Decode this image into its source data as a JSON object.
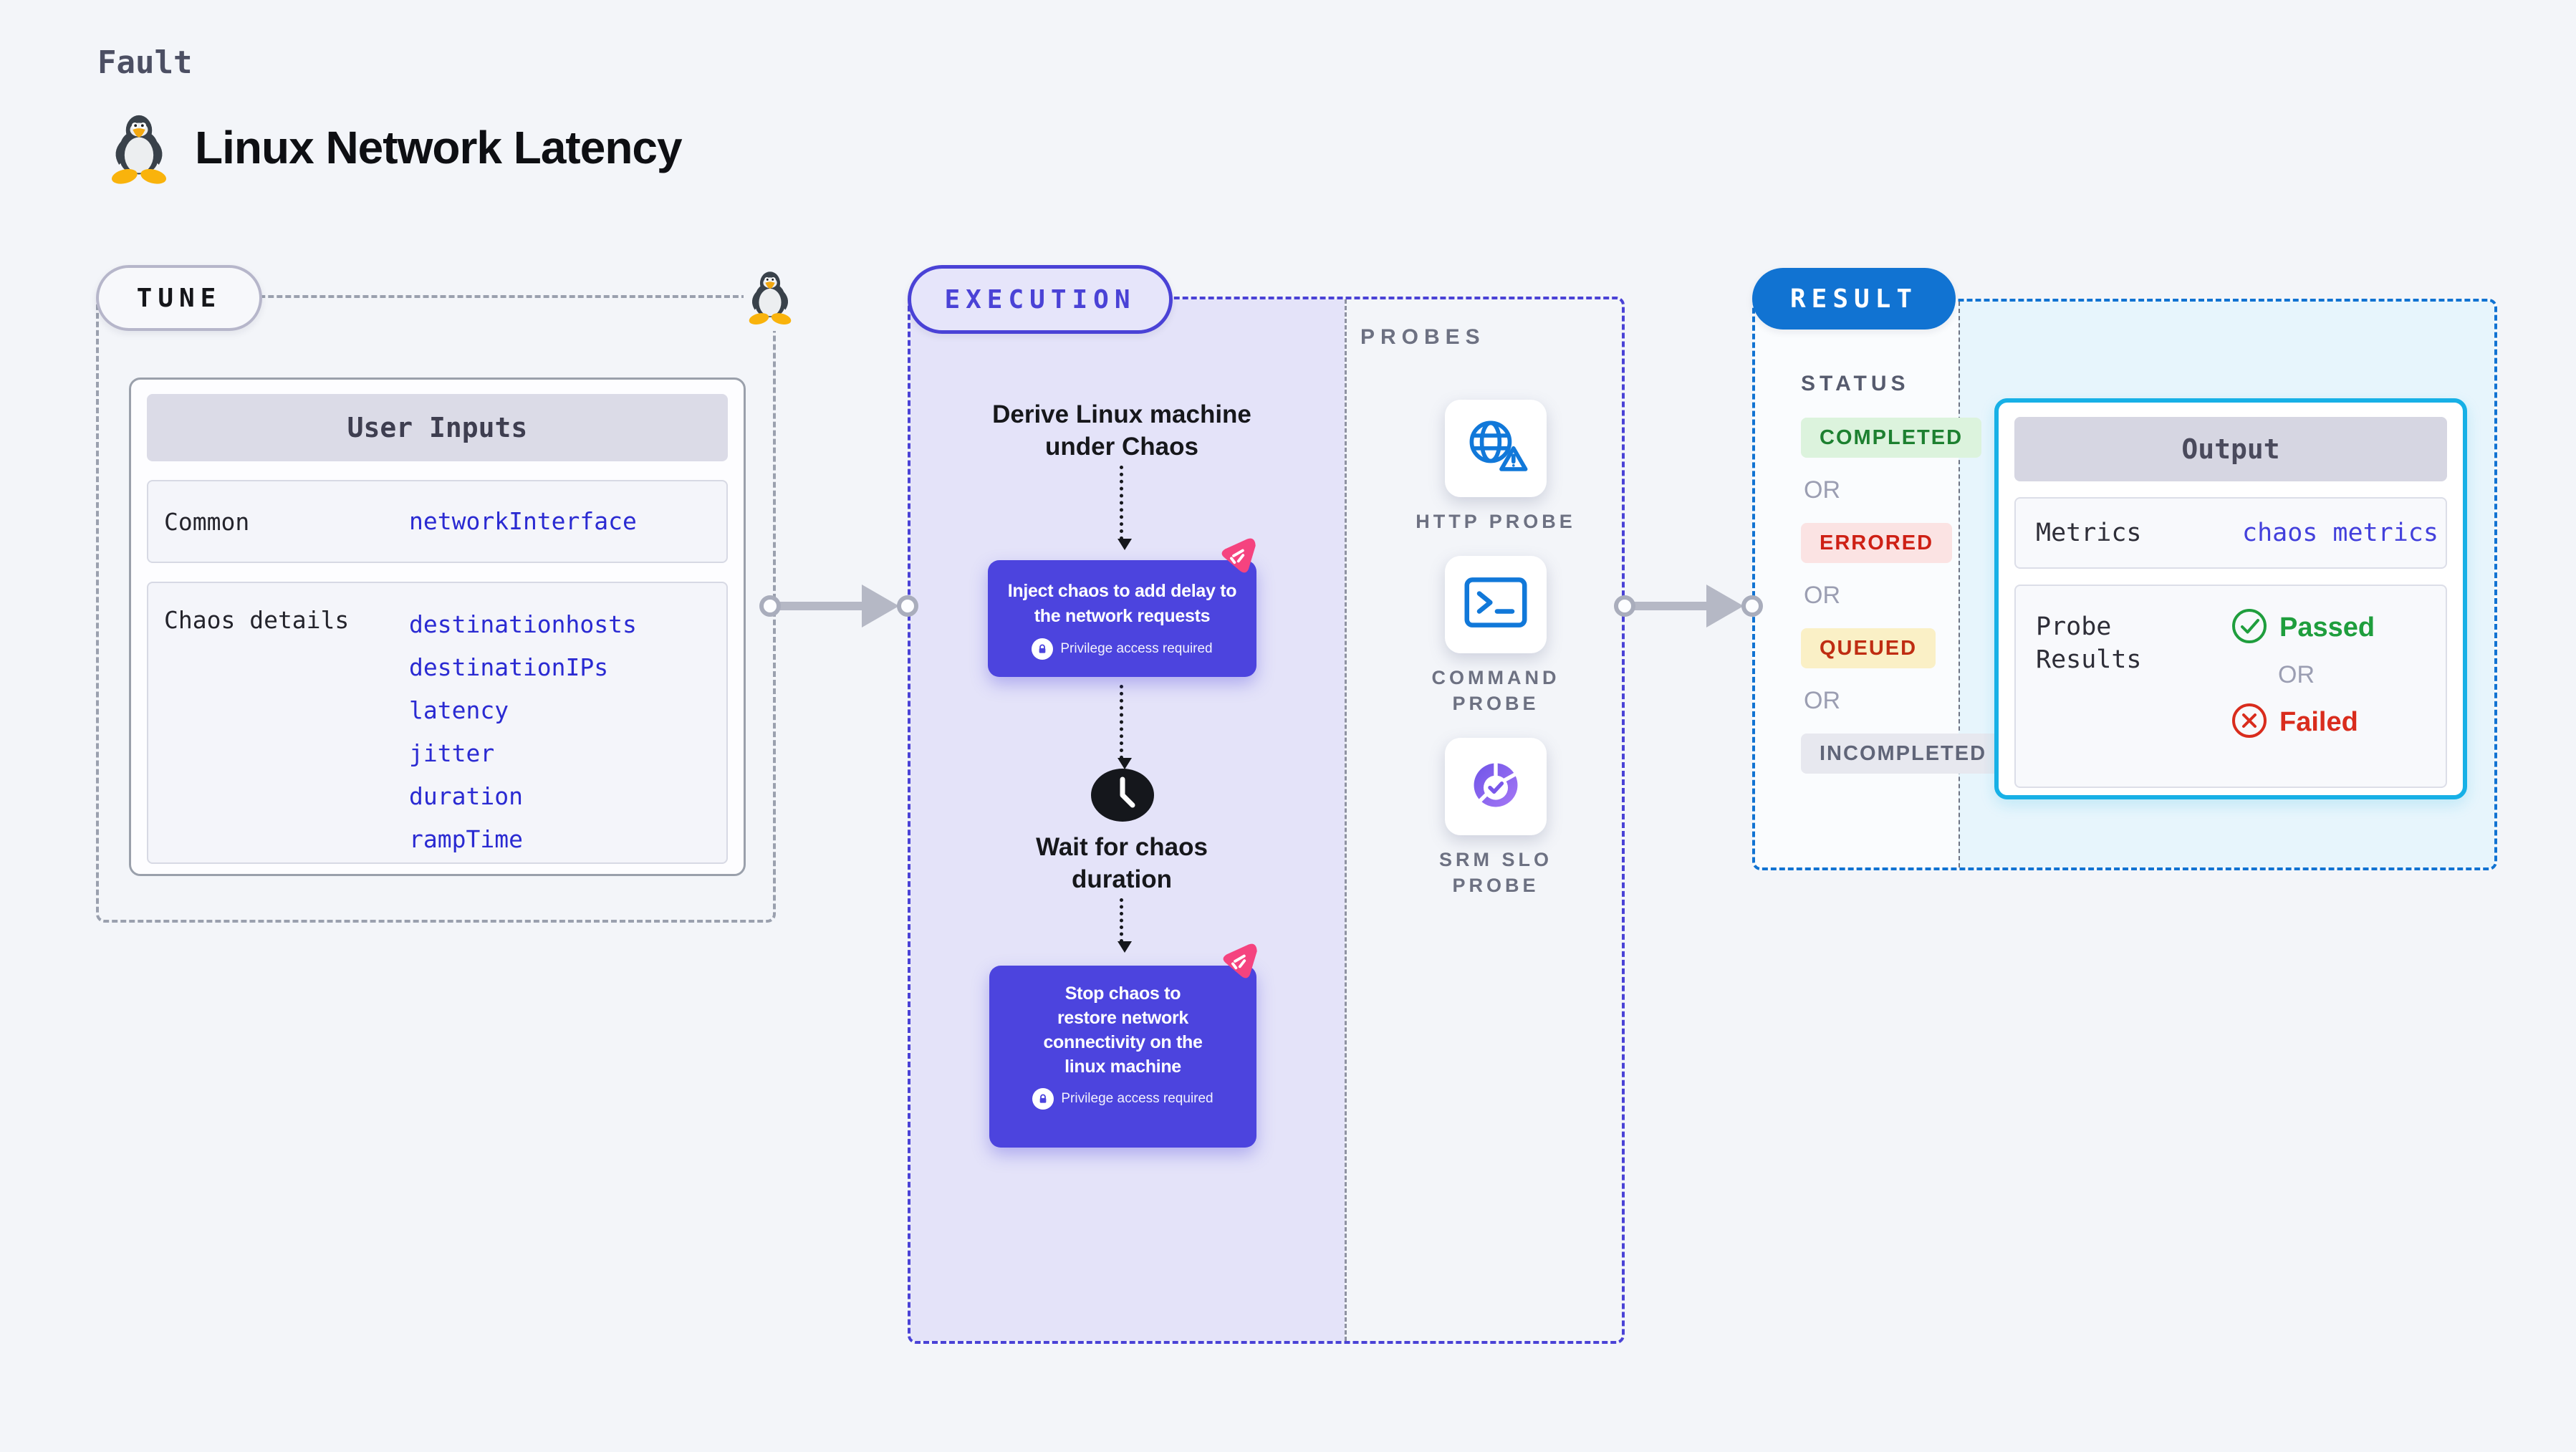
{
  "header": {
    "eyebrow": "Fault",
    "title": "Linux Network Latency"
  },
  "tune": {
    "badge": "TUNE",
    "card": {
      "header": "User Inputs",
      "rows": [
        {
          "label": "Common",
          "values": [
            "networkInterface"
          ]
        },
        {
          "label": "Chaos details",
          "values": [
            "destinationhosts",
            "destinationIPs",
            "latency",
            "jitter",
            "duration",
            "rampTime"
          ]
        }
      ]
    }
  },
  "execution": {
    "badge": "EXECUTION",
    "derive": "Derive Linux machine\nunder Chaos",
    "inject": {
      "text": "Inject chaos to add delay to\nthe network requests",
      "privilege": "Privilege access required"
    },
    "wait": "Wait for chaos\nduration",
    "stop": {
      "text": "Stop chaos to\nrestore network\nconnectivity on the\nlinux machine",
      "privilege": "Privilege access required"
    }
  },
  "probes": {
    "label": "PROBES",
    "items": [
      {
        "name": "HTTP PROBE",
        "icon": "globe-alert-icon"
      },
      {
        "name": "COMMAND PROBE",
        "icon": "terminal-icon"
      },
      {
        "name": "SRM SLO PROBE",
        "icon": "slo-pie-check-icon"
      }
    ]
  },
  "result": {
    "badge": "RESULT",
    "status": {
      "label": "STATUS",
      "or": "OR",
      "items": [
        {
          "label": "COMPLETED",
          "style": "color:#1d8030;background:#dcf3dd"
        },
        {
          "label": "ERRORED",
          "style": "color:#ce2015;background:#fbe3e3"
        },
        {
          "label": "QUEUED",
          "style": "color:#bf2d12;background:#faf0c6"
        },
        {
          "label": "INCOMPLETED",
          "style": "color:#606578;background:#e7e8ef"
        }
      ]
    },
    "output": {
      "header": "Output",
      "metrics_label": "Metrics",
      "metrics_value": "chaos metrics",
      "probe_label": "Probe Results",
      "passed": "Passed",
      "or": "OR",
      "failed": "Failed"
    }
  },
  "colors": {
    "page_bg": "#f3f5f9",
    "execution_accent": "#4a42d6",
    "execution_fill": "#e4e3f9",
    "step_node": "#4c44de",
    "chaos_logo_pink": "#f5437f",
    "result_accent": "#1173d2",
    "output_border": "#17b0e6",
    "output_fill": "#e7f5fc",
    "probe_icon_blue": "#1178d9",
    "srm_purple": "#7a57ea",
    "code_blue": "#2a2ad2",
    "success_green": "#1f9e3d",
    "fail_red": "#d92c1d",
    "arrow_gray": "#b5b8c5"
  }
}
